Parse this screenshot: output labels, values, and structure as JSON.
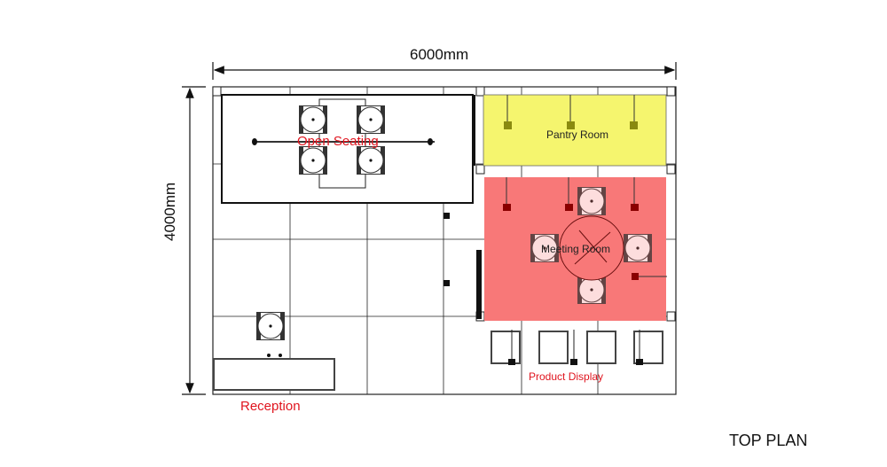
{
  "dimensions": {
    "width_label": "6000mm",
    "height_label": "4000mm"
  },
  "zones": {
    "open_seating": "Open Seating",
    "pantry_room": "Pantry Room",
    "meeting_room": "Meeting Room",
    "product_display": "Product Display",
    "reception": "Reception"
  },
  "title": "TOP PLAN",
  "colors": {
    "pantry": "#f5f56e",
    "meeting": "#f87878",
    "label_red": "#e0141e",
    "lamp": "#8a0000"
  }
}
